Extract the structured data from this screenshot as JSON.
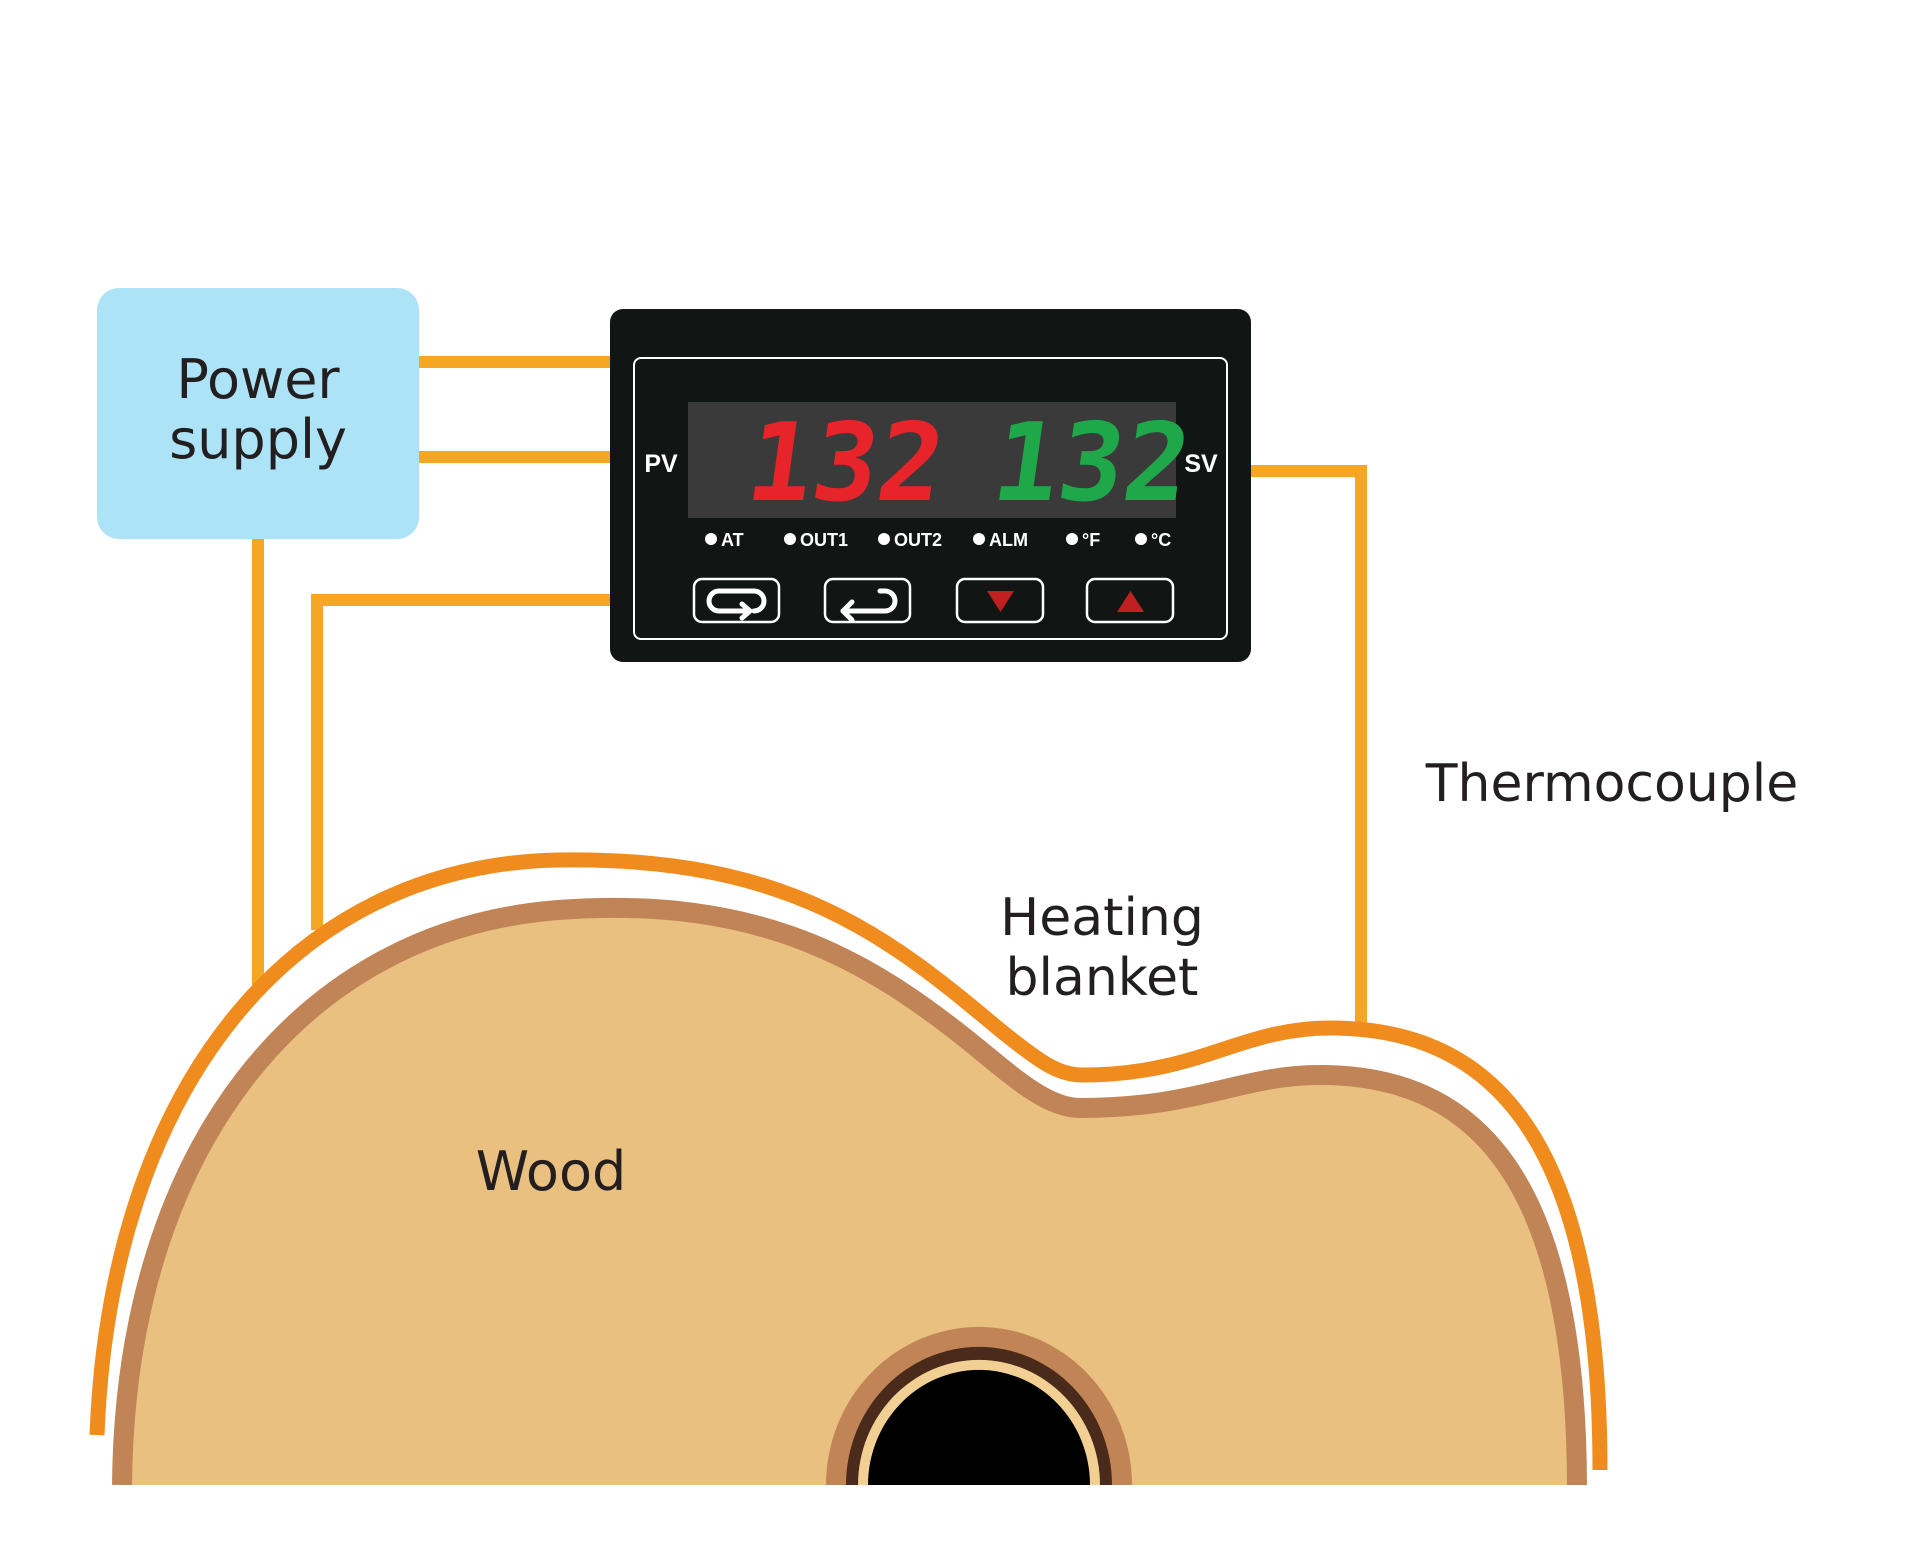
{
  "power_supply": {
    "label_line1": "Power",
    "label_line2": "supply"
  },
  "controller": {
    "pv_label": "PV",
    "sv_label": "SV",
    "pv_value": "132",
    "sv_value": "132",
    "indicators": [
      "AT",
      "OUT1",
      "OUT2",
      "ALM",
      "°F",
      "°C"
    ],
    "buttons": [
      "cycle-icon",
      "enter-icon",
      "down-arrow-icon",
      "up-arrow-icon"
    ]
  },
  "labels": {
    "thermocouple": "Thermocouple",
    "heating_line1": "Heating",
    "heating_line2": "blanket",
    "wood": "Wood"
  },
  "colors": {
    "wire": "#f5a623",
    "blanket": "#f08c1e",
    "wood_fill": "#e9c07f",
    "wood_edge": "#c08457",
    "power_box": "#ade3f6",
    "controller_body": "#111514",
    "display_bg": "#3a3a3a",
    "pv_digits": "#e8242b",
    "sv_digits": "#1fa84a",
    "button_arrow": "#c0201f"
  }
}
